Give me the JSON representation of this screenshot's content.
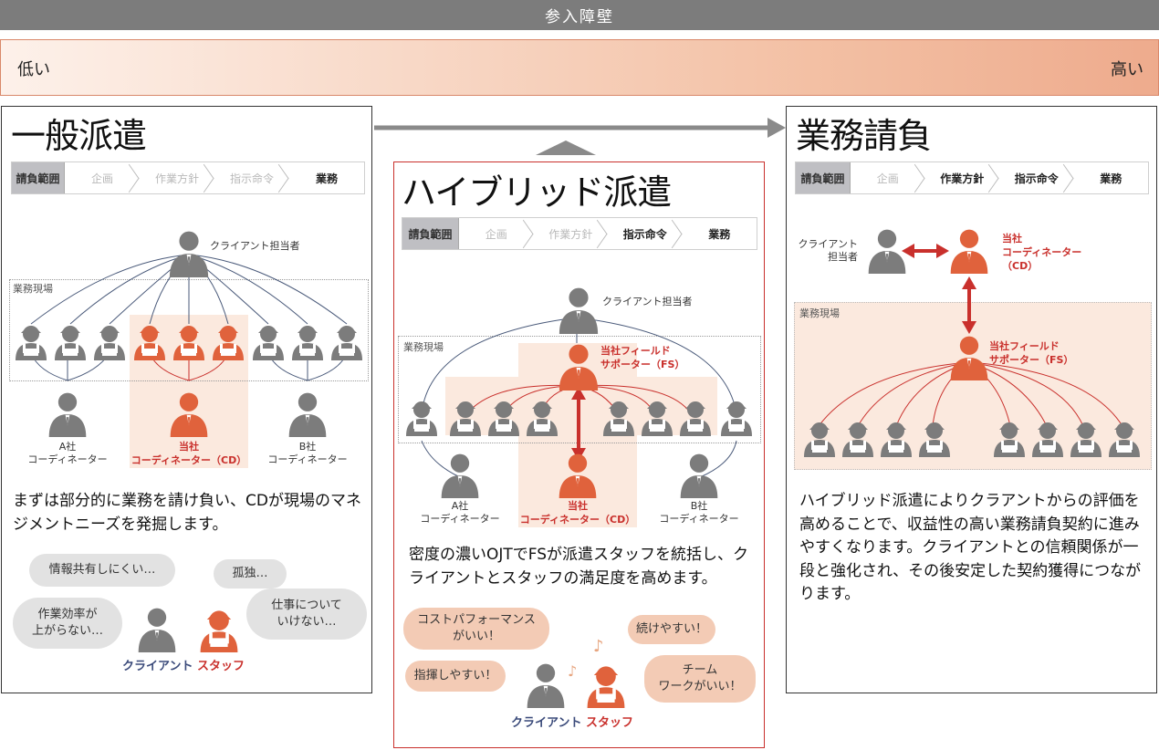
{
  "header": {
    "title": "参入障壁"
  },
  "barrier": {
    "low": "低い",
    "high": "高い"
  },
  "scope_label": "請負範囲",
  "steps": [
    "企画",
    "作業方針",
    "指示命令",
    "業務"
  ],
  "field_label": "業務現場",
  "left": {
    "title": "一般派遣",
    "client": "クライアント担当者",
    "coordA": "A社\nコーディネーター",
    "coordB": "B社\nコーディネーター",
    "ours_line1": "当社",
    "ours_line2": "コーディネーター（CD）",
    "desc": "まずは部分的に業務を請け負い、CDが現場のマネジメントニーズを発掘します。",
    "bubbles": [
      "情報共有しにくい…",
      "孤独…",
      "作業効率が\n上がらない…",
      "仕事について\nいけない…"
    ],
    "client_tag": "クライアント",
    "staff_tag": "スタッフ"
  },
  "center": {
    "title": "ハイブリッド派遣",
    "client": "クライアント担当者",
    "fs_line1": "当社フィールド",
    "fs_line2": "サポーター（FS）",
    "coordA": "A社\nコーディネーター",
    "coordB": "B社\nコーディネーター",
    "ours_line1": "当社",
    "ours_line2": "コーディネーター（CD）",
    "desc": "密度の濃いOJTでFSが派遣スタッフを統括し、クライアントとスタッフの満足度を高めます。",
    "bubbles": [
      "コストパフォーマンス\nがいい！",
      "続けやすい！",
      "指揮しやすい！",
      "チーム\nワークがいい！"
    ],
    "client_tag": "クライアント",
    "staff_tag": "スタッフ"
  },
  "right": {
    "title": "業務請負",
    "client": "クライアント\n担当者",
    "cd_line1": "当社",
    "cd_line2": "コーディネーター",
    "cd_line3": "（CD）",
    "fs_line1": "当社フィールド",
    "fs_line2": "サポーター（FS）",
    "desc": "ハイブリッド派遣によりクラアントからの評価を高めることで、収益性の高い業務請負契約に進みやすくなります。クライアントとの信頼関係が一段と強化され、その後安定した契約獲得につながります。"
  },
  "colors": {
    "accent": "#e0623c",
    "gray": "#7c7c7c",
    "red": "#c9302c"
  }
}
